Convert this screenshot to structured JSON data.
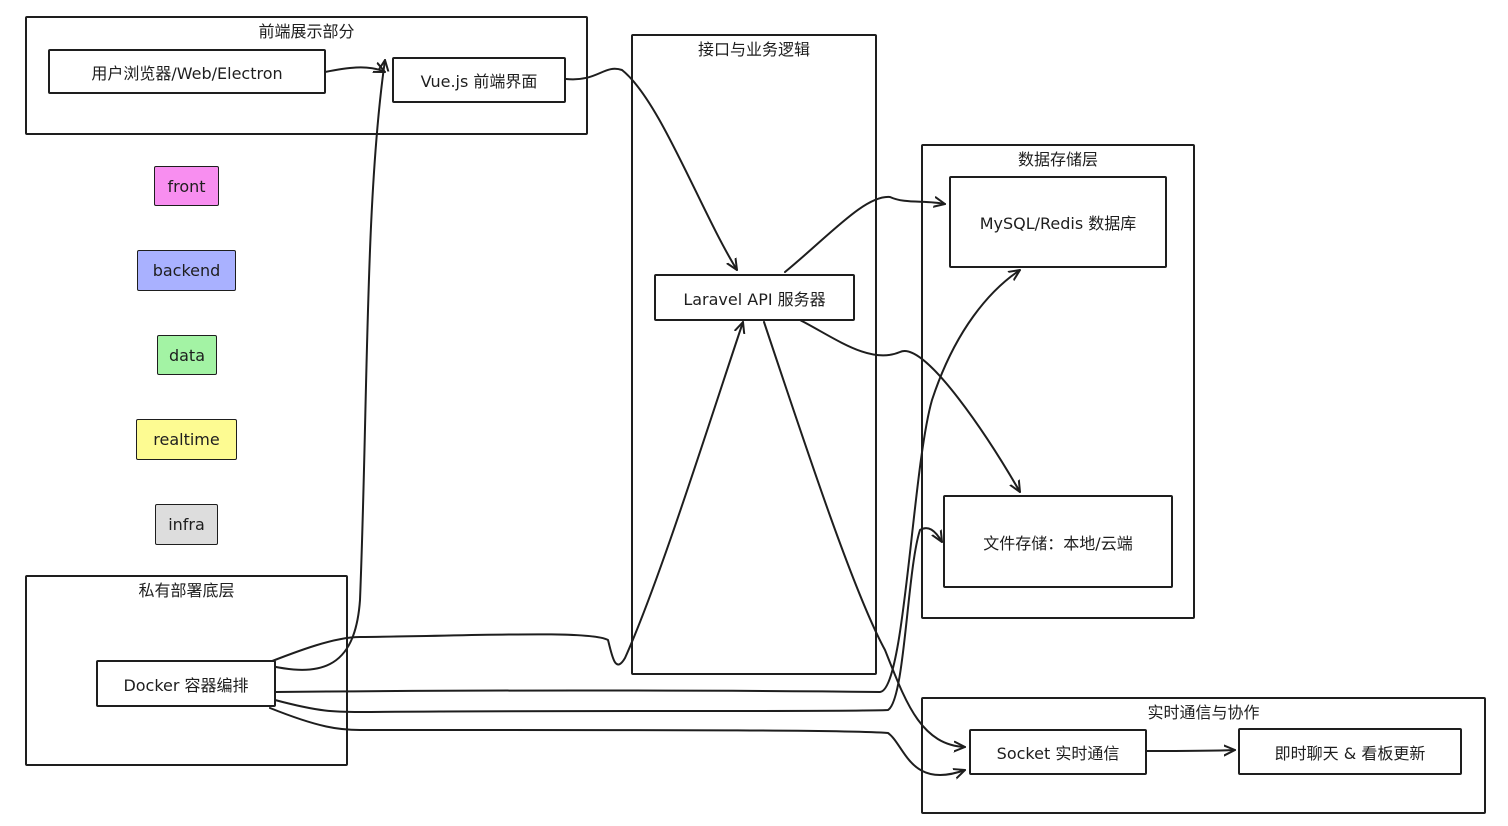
{
  "groups": {
    "frontend": {
      "title": "前端展示部分"
    },
    "api": {
      "title": "接口与业务逻辑"
    },
    "storage": {
      "title": "数据存储层"
    },
    "deploy": {
      "title": "私有部署底层"
    },
    "realtime": {
      "title": "实时通信与协作"
    }
  },
  "nodes": {
    "browser": "用户浏览器/Web/Electron",
    "vue": "Vue.js 前端界面",
    "laravel": "Laravel API 服务器",
    "db": "MySQL/Redis 数据库",
    "files": "文件存储：本地/云端",
    "docker": "Docker 容器编排",
    "socket": "Socket 实时通信",
    "chat": "即时聊天 & 看板更新"
  },
  "legend": [
    {
      "label": "front",
      "color": "#f88ef0"
    },
    {
      "label": "backend",
      "color": "#a9b1ff"
    },
    {
      "label": "data",
      "color": "#a3f3a4"
    },
    {
      "label": "realtime",
      "color": "#fdfb92"
    },
    {
      "label": "infra",
      "color": "#dddddd"
    }
  ]
}
